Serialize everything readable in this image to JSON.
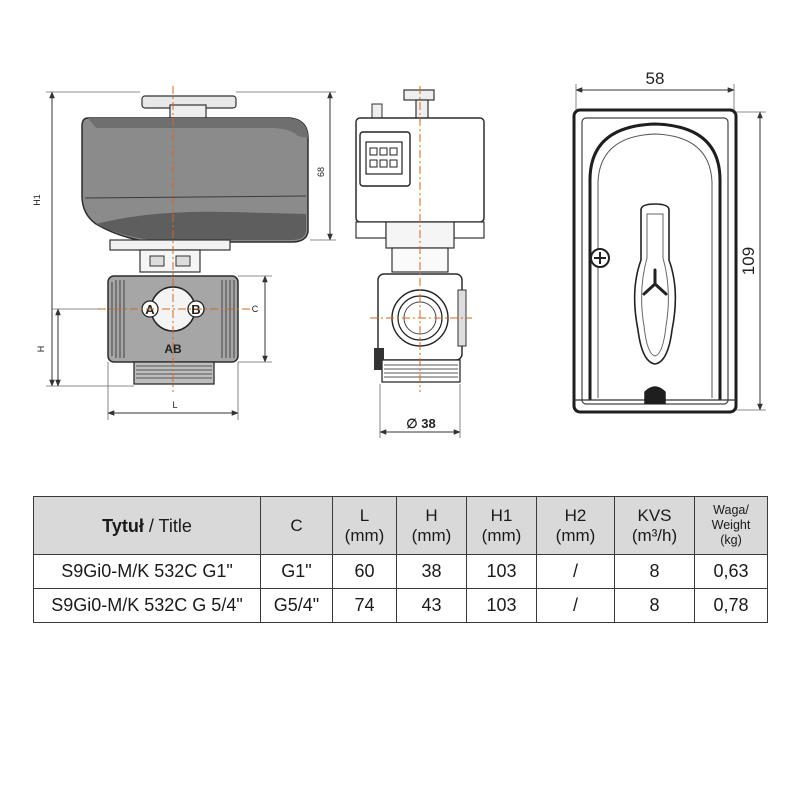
{
  "drawing": {
    "front_view": {
      "labels": {
        "h1": "H1",
        "h": "H",
        "l": "L",
        "c": "C",
        "dim_68": "68",
        "port_a": "A",
        "port_b": "B",
        "port_ab": "AB"
      }
    },
    "side_view": {
      "labels": {
        "diameter": "∅ 38"
      }
    },
    "top_view": {
      "labels": {
        "width": "58",
        "height": "109"
      }
    }
  },
  "table": {
    "headers": [
      {
        "key": "title",
        "bold": "Tytuł",
        "text": " / Title"
      },
      {
        "key": "c",
        "line1": "C",
        "line2": ""
      },
      {
        "key": "l",
        "line1": "L",
        "line2": "(mm)"
      },
      {
        "key": "h",
        "line1": "H",
        "line2": "(mm)"
      },
      {
        "key": "h1",
        "line1": "H1",
        "line2": "(mm)"
      },
      {
        "key": "h2",
        "line1": "H2",
        "line2": "(mm)"
      },
      {
        "key": "kvs",
        "line1": "KVS",
        "line2": "(m³/h)"
      },
      {
        "key": "weight",
        "line1": "Waga/",
        "line2": "Weight",
        "line3": "(kg)"
      }
    ],
    "rows": [
      {
        "title": "S9Gi0-M/K 532C G1\"",
        "c": "G1\"",
        "l": "60",
        "h": "38",
        "h1": "103",
        "h2": "/",
        "kvs": "8",
        "weight": "0,63"
      },
      {
        "title": "S9Gi0-M/K 532C G 5/4\"",
        "c": "G5/4\"",
        "l": "74",
        "h": "43",
        "h1": "103",
        "h2": "/",
        "kvs": "8",
        "weight": "0,78"
      }
    ]
  }
}
